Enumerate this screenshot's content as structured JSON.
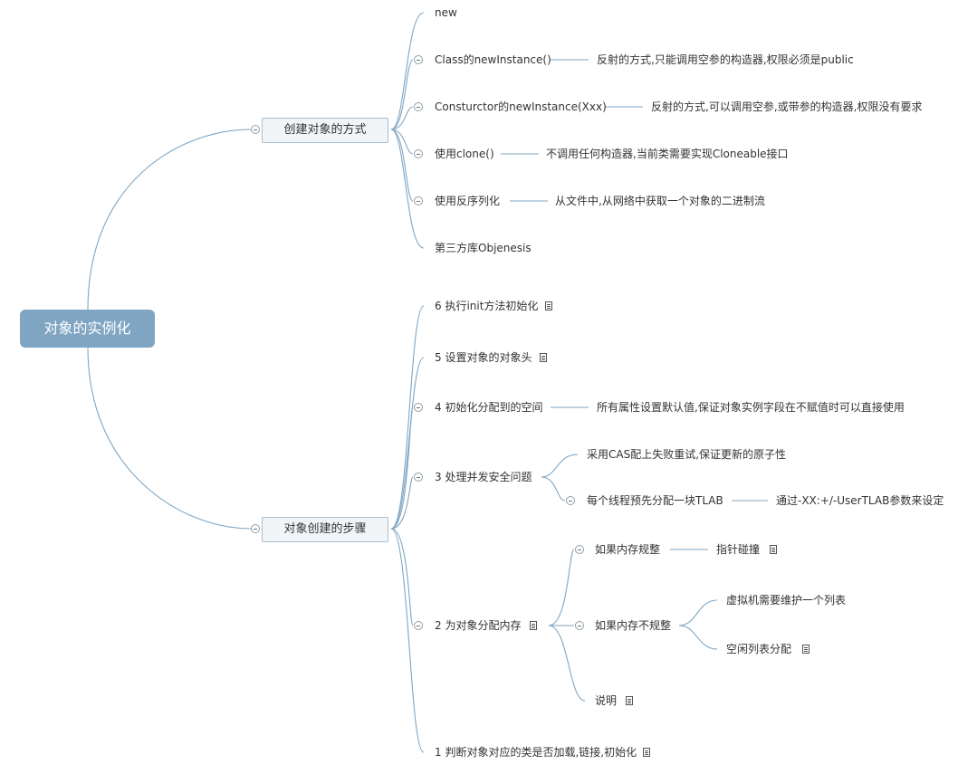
{
  "root": {
    "label": "对象的实例化"
  },
  "creation": {
    "label": "创建对象的方式",
    "items": [
      {
        "label": "new"
      },
      {
        "label": "Class的newInstance()",
        "detail": "反射的方式,只能调用空参的构造器,权限必须是public"
      },
      {
        "label": "Consturctor的newInstance(Xxx)",
        "detail": "反射的方式,可以调用空参,或带参的构造器,权限没有要求"
      },
      {
        "label": "使用clone()",
        "detail": "不调用任何构造器,当前类需要实现Cloneable接口"
      },
      {
        "label": "使用反序列化",
        "detail": "从文件中,从网络中获取一个对象的二进制流"
      },
      {
        "label": "第三方库Objenesis"
      }
    ]
  },
  "steps": {
    "label": "对象创建的步骤",
    "step6": "6 执行init方法初始化",
    "step5": "5 设置对象的对象头",
    "step4": {
      "label": "4 初始化分配到的空间",
      "detail": "所有属性设置默认值,保证对象实例字段在不赋值时可以直接使用"
    },
    "step3": {
      "label": "3 处理并发安全问题",
      "cas": "采用CAS配上失败重试,保证更新的原子性",
      "tlab": {
        "label": "每个线程预先分配一块TLAB",
        "detail": "通过-XX:+/-UserTLAB参数来设定"
      }
    },
    "step2": {
      "label": "2 为对象分配内存",
      "regular": {
        "label": "如果内存规整",
        "detail": "指针碰撞"
      },
      "irregular": {
        "label": "如果内存不规整",
        "list": "虚拟机需要维护一个列表",
        "free": "空闲列表分配"
      },
      "note": "说明"
    },
    "step1": "1 判断对象对应的类是否加载,链接,初始化"
  },
  "icons": {
    "collapse": "collapse-minus-icon",
    "note": "note-icon"
  },
  "colors": {
    "root_bg": "#7fa5c3",
    "branch_bg": "#f1f5f8",
    "branch_border": "#a8bed0",
    "line": "#7ea6c4"
  }
}
